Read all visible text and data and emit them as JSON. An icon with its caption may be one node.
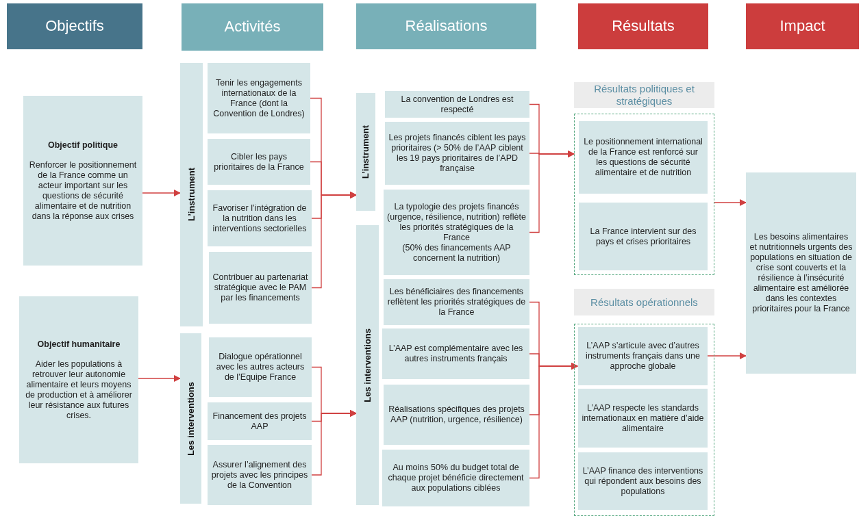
{
  "diagram": {
    "nodes": [
      {
        "text": [
          "Objectifs"
        ]
      },
      {
        "text": [
          "Activités"
        ]
      },
      {
        "text": [
          "Réalisations"
        ]
      },
      {
        "text": [
          "Résultats"
        ]
      },
      {
        "text": [
          "Impact"
        ]
      },
      {
        "text": [
          "Objectif politique",
          "Renforcer le positionnement de la France comme un acteur important sur les questions de sécurité alimentaire et de nutrition dans la réponse aux crises"
        ]
      },
      {
        "text": [
          "Objectif humanitaire",
          "Aider les populations à retrouver leur autonomie alimentaire et leurs moyens de production et à améliorer leur résistance aux futures crises."
        ]
      },
      {
        "text": [
          "L’instrument"
        ]
      },
      {
        "text": [
          "Les interventions"
        ]
      },
      {
        "text": [
          "Tenir les engagements internationaux de la France (dont la Convention de Londres)"
        ]
      },
      {
        "text": [
          "Cibler les pays prioritaires de la France"
        ]
      },
      {
        "text": [
          "Favoriser l’intégration de la nutrition dans les interventions sectorielles"
        ]
      },
      {
        "text": [
          "Contribuer au partenariat stratégique avec le PAM par les financements"
        ]
      },
      {
        "text": [
          "Dialogue opérationnel avec les autres acteurs de l’Equipe France"
        ]
      },
      {
        "text": [
          "Financement des projets AAP"
        ]
      },
      {
        "text": [
          "Assurer l’alignement des projets avec les principes de la Convention"
        ]
      },
      {
        "text": [
          "L’instrument"
        ]
      },
      {
        "text": [
          "Les interventions"
        ]
      },
      {
        "text": [
          "La convention de Londres est respecté"
        ]
      },
      {
        "text": [
          "Les projets financés ciblent les pays prioritaires (> 50% de l’AAP ciblent les 19 pays prioritaires de l’APD française"
        ]
      },
      {
        "text": [
          "La typologie des projets financés (urgence, résilience, nutrition) reflète les priorités stratégiques de la France",
          "(50% des financements AAP concernent la nutrition)"
        ]
      },
      {
        "text": [
          "Les bénéficiaires des financements reflètent les priorités stratégiques de la France"
        ]
      },
      {
        "text": [
          "L’AAP est complémentaire avec les autres instruments français"
        ]
      },
      {
        "text": [
          "Réalisations spécifiques des projets AAP (nutrition, urgence, résilience)"
        ]
      },
      {
        "text": [
          "Au moins 50% du budget total de chaque projet bénéficie directement aux populations ciblées"
        ]
      },
      {
        "text": [
          "Résultats politiques et stratégiques"
        ]
      },
      {
        "text": [],
        "shape": "box"
      },
      {
        "text": [
          "Le positionnement international de la France est renforcé sur les questions de sécurité alimentaire et de nutrition"
        ],
        "in": 26
      },
      {
        "text": [
          "La France intervient sur des pays et crises prioritaires"
        ],
        "in": 26
      },
      {
        "text": [
          "Résultats opérationnels"
        ]
      },
      {
        "text": [],
        "shape": "box"
      },
      {
        "text": [
          "L’AAP s’articule avec d’autres instruments français dans une approche globale"
        ],
        "in": 30
      },
      {
        "text": [
          "L’AAP respecte les standards internationaux en matière d’aide alimentaire"
        ],
        "in": 30
      },
      {
        "text": [
          "L’AAP finance des interventions qui répondent aux besoins des populations"
        ],
        "in": 30
      },
      {
        "text": [
          "Les besoins alimentaires et nutritionnels urgents des populations en situation de crise sont couverts et la résilience à l’insécurité alimentaire est améliorée dans les contextes prioritaires pour la France"
        ]
      }
    ],
    "edges": [
      {
        "from": 5,
        "to": 7,
        "arrow": "to"
      },
      {
        "from": 6,
        "to": 8,
        "arrow": "to"
      },
      {
        "from": 9,
        "to": 16,
        "arrow": "to"
      },
      {
        "from": 10,
        "to": 16,
        "arrow": "to"
      },
      {
        "from": 11,
        "to": 16,
        "arrow": "to"
      },
      {
        "from": 12,
        "to": 16,
        "arrow": "to"
      },
      {
        "from": 13,
        "to": 17,
        "arrow": "to"
      },
      {
        "from": 14,
        "to": 17,
        "arrow": "to"
      },
      {
        "from": 15,
        "to": 17,
        "arrow": "to"
      },
      {
        "from": 18,
        "to": 26,
        "arrow": "to"
      },
      {
        "from": 19,
        "to": 26,
        "arrow": "to"
      },
      {
        "from": 20,
        "to": 26,
        "arrow": "to"
      },
      {
        "from": 21,
        "to": 31,
        "arrow": "to"
      },
      {
        "from": 22,
        "to": 31,
        "arrow": "to"
      },
      {
        "from": 23,
        "to": 31,
        "arrow": "to"
      },
      {
        "from": 24,
        "to": 31,
        "arrow": "to"
      },
      {
        "from": 26,
        "to": 34,
        "arrow": "to"
      },
      {
        "from": 31,
        "to": 34,
        "arrow": "to"
      }
    ]
  }
}
